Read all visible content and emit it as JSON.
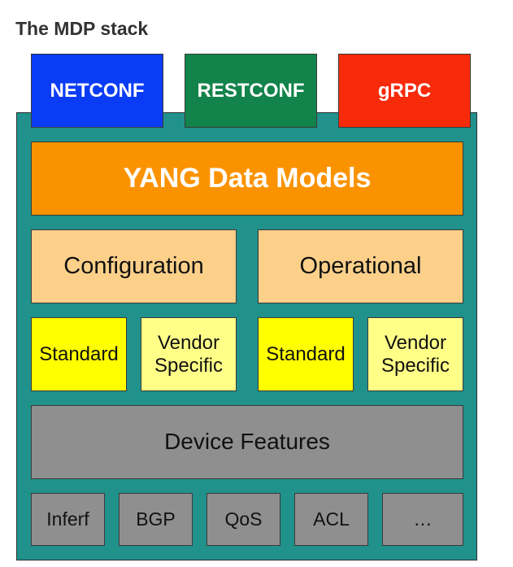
{
  "title": "The MDP stack",
  "protocols": [
    {
      "label": "NETCONF",
      "color": "#0b3cf5"
    },
    {
      "label": "RESTCONF",
      "color": "#12834a"
    },
    {
      "label": "gRPC",
      "color": "#f72a09"
    }
  ],
  "frame_color": "#21918c",
  "yang": {
    "label": "YANG Data Models",
    "color": "#fb9300"
  },
  "categories": [
    {
      "label": "Configuration",
      "color": "#fdd08a"
    },
    {
      "label": "Operational",
      "color": "#fdd08a"
    }
  ],
  "subtypes": [
    {
      "label": "Standard",
      "color": "#ffff00"
    },
    {
      "label": "Vendor Specific",
      "color": "#ffff88"
    },
    {
      "label": "Standard",
      "color": "#ffff00"
    },
    {
      "label": "Vendor Specific",
      "color": "#ffff88"
    }
  ],
  "device": {
    "label": "Device Features",
    "color": "#8f8f8f"
  },
  "features": [
    "Inferf",
    "BGP",
    "QoS",
    "ACL",
    "…"
  ]
}
